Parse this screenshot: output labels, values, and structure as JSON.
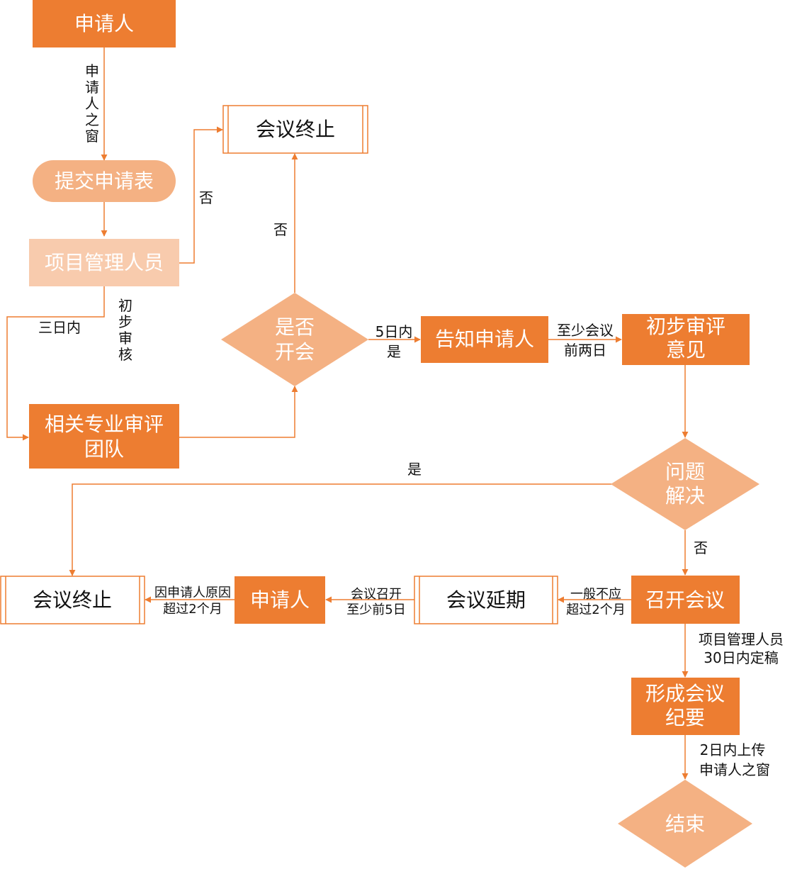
{
  "colors": {
    "dark": "#ed7d31",
    "light": "#f4b183",
    "pale": "#f8cbad",
    "line": "#ed7d31",
    "text": "#111111"
  },
  "nodes": {
    "applicant_top": "申请人",
    "submit_form": "提交申请表",
    "project_manager": "项目管理人员",
    "terminate_top": "会议终止",
    "decision_meeting": [
      "是否",
      "开会"
    ],
    "review_team": [
      "相关专业审评",
      "团队"
    ],
    "notify_applicant": "告知申请人",
    "preliminary_opinion": [
      "初步审评",
      "意见"
    ],
    "issue_resolved": [
      "问题",
      "解决"
    ],
    "hold_meeting": "召开会议",
    "postpone_meeting": "会议延期",
    "applicant_bottom": "申请人",
    "terminate_bottom": "会议终止",
    "meeting_minutes": [
      "形成会议",
      "纪要"
    ],
    "end": "结束"
  },
  "labels": {
    "window_vertical": [
      "申",
      "请",
      "人",
      "之",
      "窗"
    ],
    "no_1": "否",
    "no_2": "否",
    "three_days": "三日内",
    "preliminary_review_vertical": [
      "初",
      "步",
      "审",
      "核"
    ],
    "within_5_days": "5日内",
    "yes_1": "是",
    "at_least_two_days": [
      "至少会议",
      "前两日"
    ],
    "yes_2": "是",
    "no_3": "否",
    "generally_not_over": [
      "一般不应",
      "超过2个月"
    ],
    "meeting_5_days": [
      "会议召开",
      "至少前5日"
    ],
    "applicant_reason": [
      "因申请人原因",
      "超过2个月"
    ],
    "pm_30_days": [
      "项目管理人员",
      "30日内定稿"
    ],
    "upload_2_days": [
      "2日内上传",
      "申请人之窗"
    ]
  }
}
